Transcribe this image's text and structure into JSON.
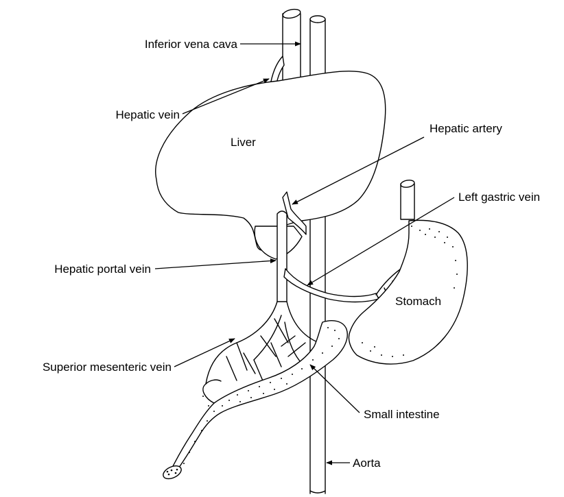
{
  "labels": {
    "inferior_vena_cava": "Inferior vena cava",
    "hepatic_vein": "Hepatic vein",
    "liver": "Liver",
    "hepatic_artery": "Hepatic artery",
    "left_gastric_vein": "Left gastric vein",
    "hepatic_portal_vein": "Hepatic portal vein",
    "stomach": "Stomach",
    "superior_mesenteric_vein": "Superior mesenteric vein",
    "small_intestine": "Small intestine",
    "aorta": "Aorta"
  }
}
